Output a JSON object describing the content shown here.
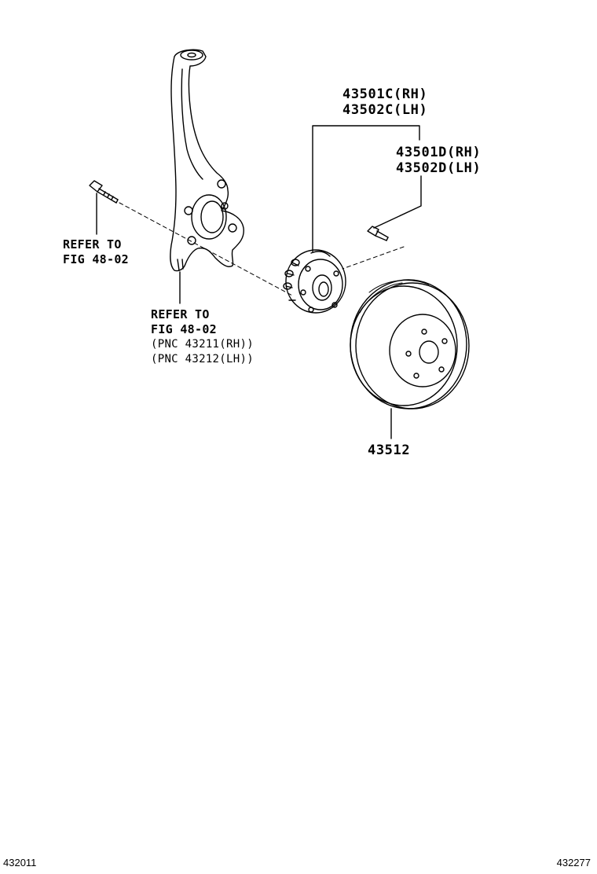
{
  "callouts": {
    "hub_c_rh": "43501C(RH)",
    "hub_c_lh": "43502C(LH)",
    "hub_d_rh": "43501D(RH)",
    "hub_d_lh": "43502D(LH)",
    "disc": "43512",
    "bolt_refer": "REFER TO",
    "bolt_fig": "FIG 48-02",
    "knuckle_refer": "REFER TO",
    "knuckle_fig": "FIG 48-02",
    "knuckle_pnc_rh": "(PNC 43211(RH))",
    "knuckle_pnc_lh": "(PNC 43212(LH))"
  },
  "footer": {
    "left_code": "432011",
    "right_code": "432277"
  }
}
